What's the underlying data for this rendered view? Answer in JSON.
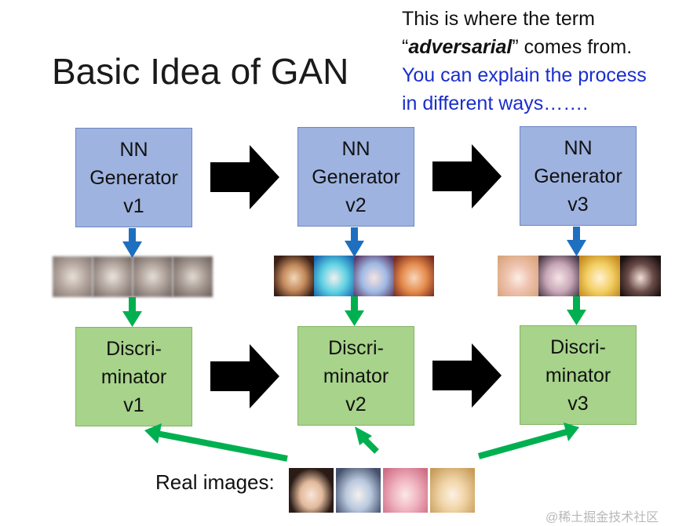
{
  "title": "Basic Idea of GAN",
  "note": {
    "line1": "This is where the term",
    "line2_open": "“",
    "line2_em": "adversarial",
    "line2_close": "” comes from.",
    "line3": "You can explain the process",
    "line4": "in different ways……."
  },
  "generators": [
    {
      "line1": "NN",
      "line2": "Generator",
      "line3": "v1"
    },
    {
      "line1": "NN",
      "line2": "Generator",
      "line3": "v2"
    },
    {
      "line1": "NN",
      "line2": "Generator",
      "line3": "v3"
    }
  ],
  "discriminators": [
    {
      "line1": "Discri-",
      "line2": "minator",
      "line3": "v1"
    },
    {
      "line1": "Discri-",
      "line2": "minator",
      "line3": "v2"
    },
    {
      "line1": "Discri-",
      "line2": "minator",
      "line3": "v3"
    }
  ],
  "real_images_label": "Real images:",
  "watermark": "@稀土掘金技术社区",
  "colors": {
    "generator_fill": "#9eb3e0",
    "discriminator_fill": "#a7d38a",
    "down_arrow_blue": "#1f6fc0",
    "down_arrow_green": "#00b050",
    "note_blue": "#1a2ecc",
    "big_arrow": "#000000"
  }
}
